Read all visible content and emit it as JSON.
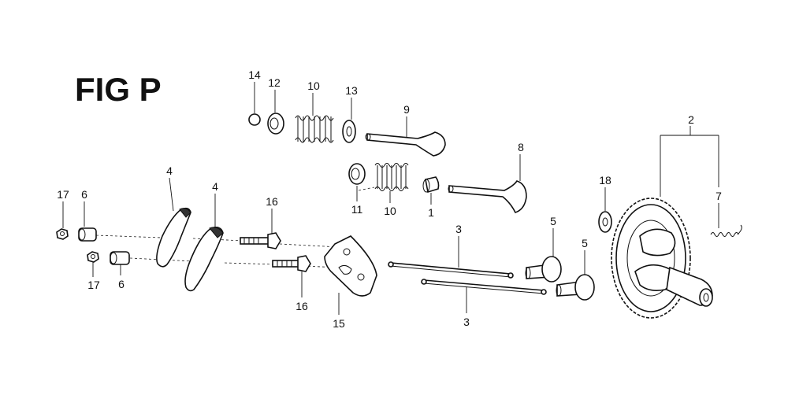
{
  "title": "FIG P",
  "callouts": {
    "c14": "14",
    "c12": "12",
    "c10a": "10",
    "c13": "13",
    "c9": "9",
    "c8": "8",
    "c11": "11",
    "c10b": "10",
    "c1": "1",
    "c2": "2",
    "c18": "18",
    "c7": "7",
    "c4a": "4",
    "c4b": "4",
    "c17a": "17",
    "c6a": "6",
    "c16a": "16",
    "c5a": "5",
    "c5b": "5",
    "c3a": "3",
    "c3b": "3",
    "c17b": "17",
    "c6b": "6",
    "c16b": "16",
    "c15": "15"
  }
}
